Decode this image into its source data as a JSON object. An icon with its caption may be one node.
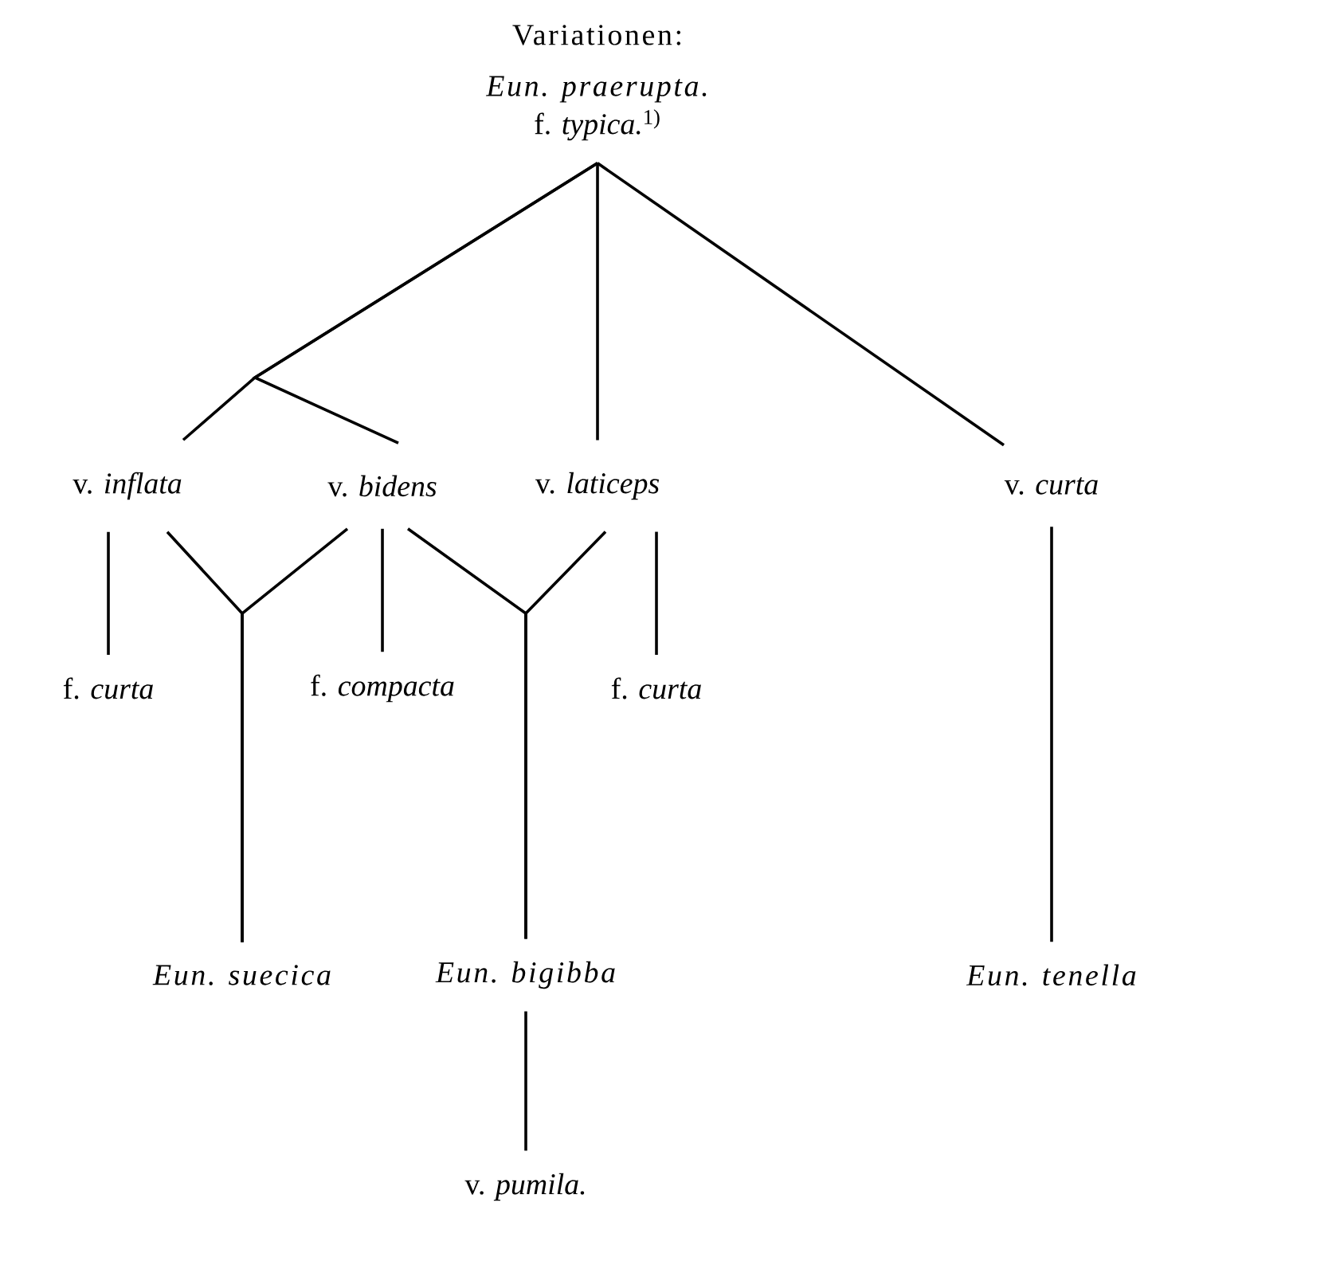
{
  "diagram": {
    "title": "Variationen:",
    "nodes": [
      {
        "text": [
          "Eun. praerupta.",
          "f. *typica.*$^{1)}$"
        ]
      },
      {
        "text": [
          "v. *inflata*"
        ]
      },
      {
        "text": [
          "v. *bidens*"
        ]
      },
      {
        "text": [
          "v. *laticeps*"
        ]
      },
      {
        "text": [
          "v. *curta*"
        ]
      },
      {
        "text": [
          "f. *curta*"
        ]
      },
      {
        "text": [
          "f. *compacta*"
        ]
      },
      {
        "text": [
          "f. *curta*"
        ]
      },
      {
        "text": [
          "Eun. suecica"
        ]
      },
      {
        "text": [
          "Eun. bigibba"
        ]
      },
      {
        "text": [
          "Eun. tenella"
        ]
      },
      {
        "text": [
          "v. *pumila.*"
        ]
      }
    ],
    "edges": [
      {
        "from": 0,
        "to": 1,
        "arrow": "none"
      },
      {
        "from": 0,
        "to": 2,
        "arrow": "none"
      },
      {
        "from": 0,
        "to": 3,
        "arrow": "none"
      },
      {
        "from": 0,
        "to": 4,
        "arrow": "none"
      },
      {
        "from": 1,
        "to": 5,
        "arrow": "none"
      },
      {
        "from": 1,
        "to": 8,
        "arrow": "none"
      },
      {
        "from": 2,
        "to": 8,
        "arrow": "none"
      },
      {
        "from": 2,
        "to": 6,
        "arrow": "none"
      },
      {
        "from": 2,
        "to": 9,
        "arrow": "none"
      },
      {
        "from": 3,
        "to": 9,
        "arrow": "none"
      },
      {
        "from": 3,
        "to": 7,
        "arrow": "none"
      },
      {
        "from": 4,
        "to": 10,
        "arrow": "none"
      },
      {
        "from": 9,
        "to": 11,
        "arrow": "none"
      }
    ]
  }
}
